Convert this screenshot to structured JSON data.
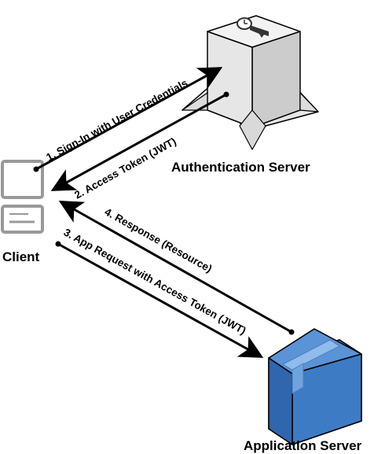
{
  "nodes": {
    "client": {
      "label": "Client"
    },
    "auth_server": {
      "label": "Authentication Server"
    },
    "app_server": {
      "label": "Application Server"
    }
  },
  "edges": [
    {
      "id": "signin",
      "label": "1. Sign-In with User Credentials"
    },
    {
      "id": "token",
      "label": "2. Access Token (JWT)"
    },
    {
      "id": "request",
      "label": "3. App Request with Access Token (JWT)"
    },
    {
      "id": "response",
      "label": "4. Response (Resource)"
    }
  ],
  "colors": {
    "stroke": "#000000",
    "auth_fill": "#e6e6e6",
    "auth_shade": "#cccccc",
    "app_fill": "#3d7bc4",
    "app_dark": "#2a5a99",
    "app_light": "#6fa3de",
    "client_fill": "#ffffff",
    "client_stroke": "#999999"
  },
  "icons": {
    "auth_server": "server-clock-key-icon",
    "app_server": "package-box-icon",
    "client": "desktop-computer-icon"
  }
}
